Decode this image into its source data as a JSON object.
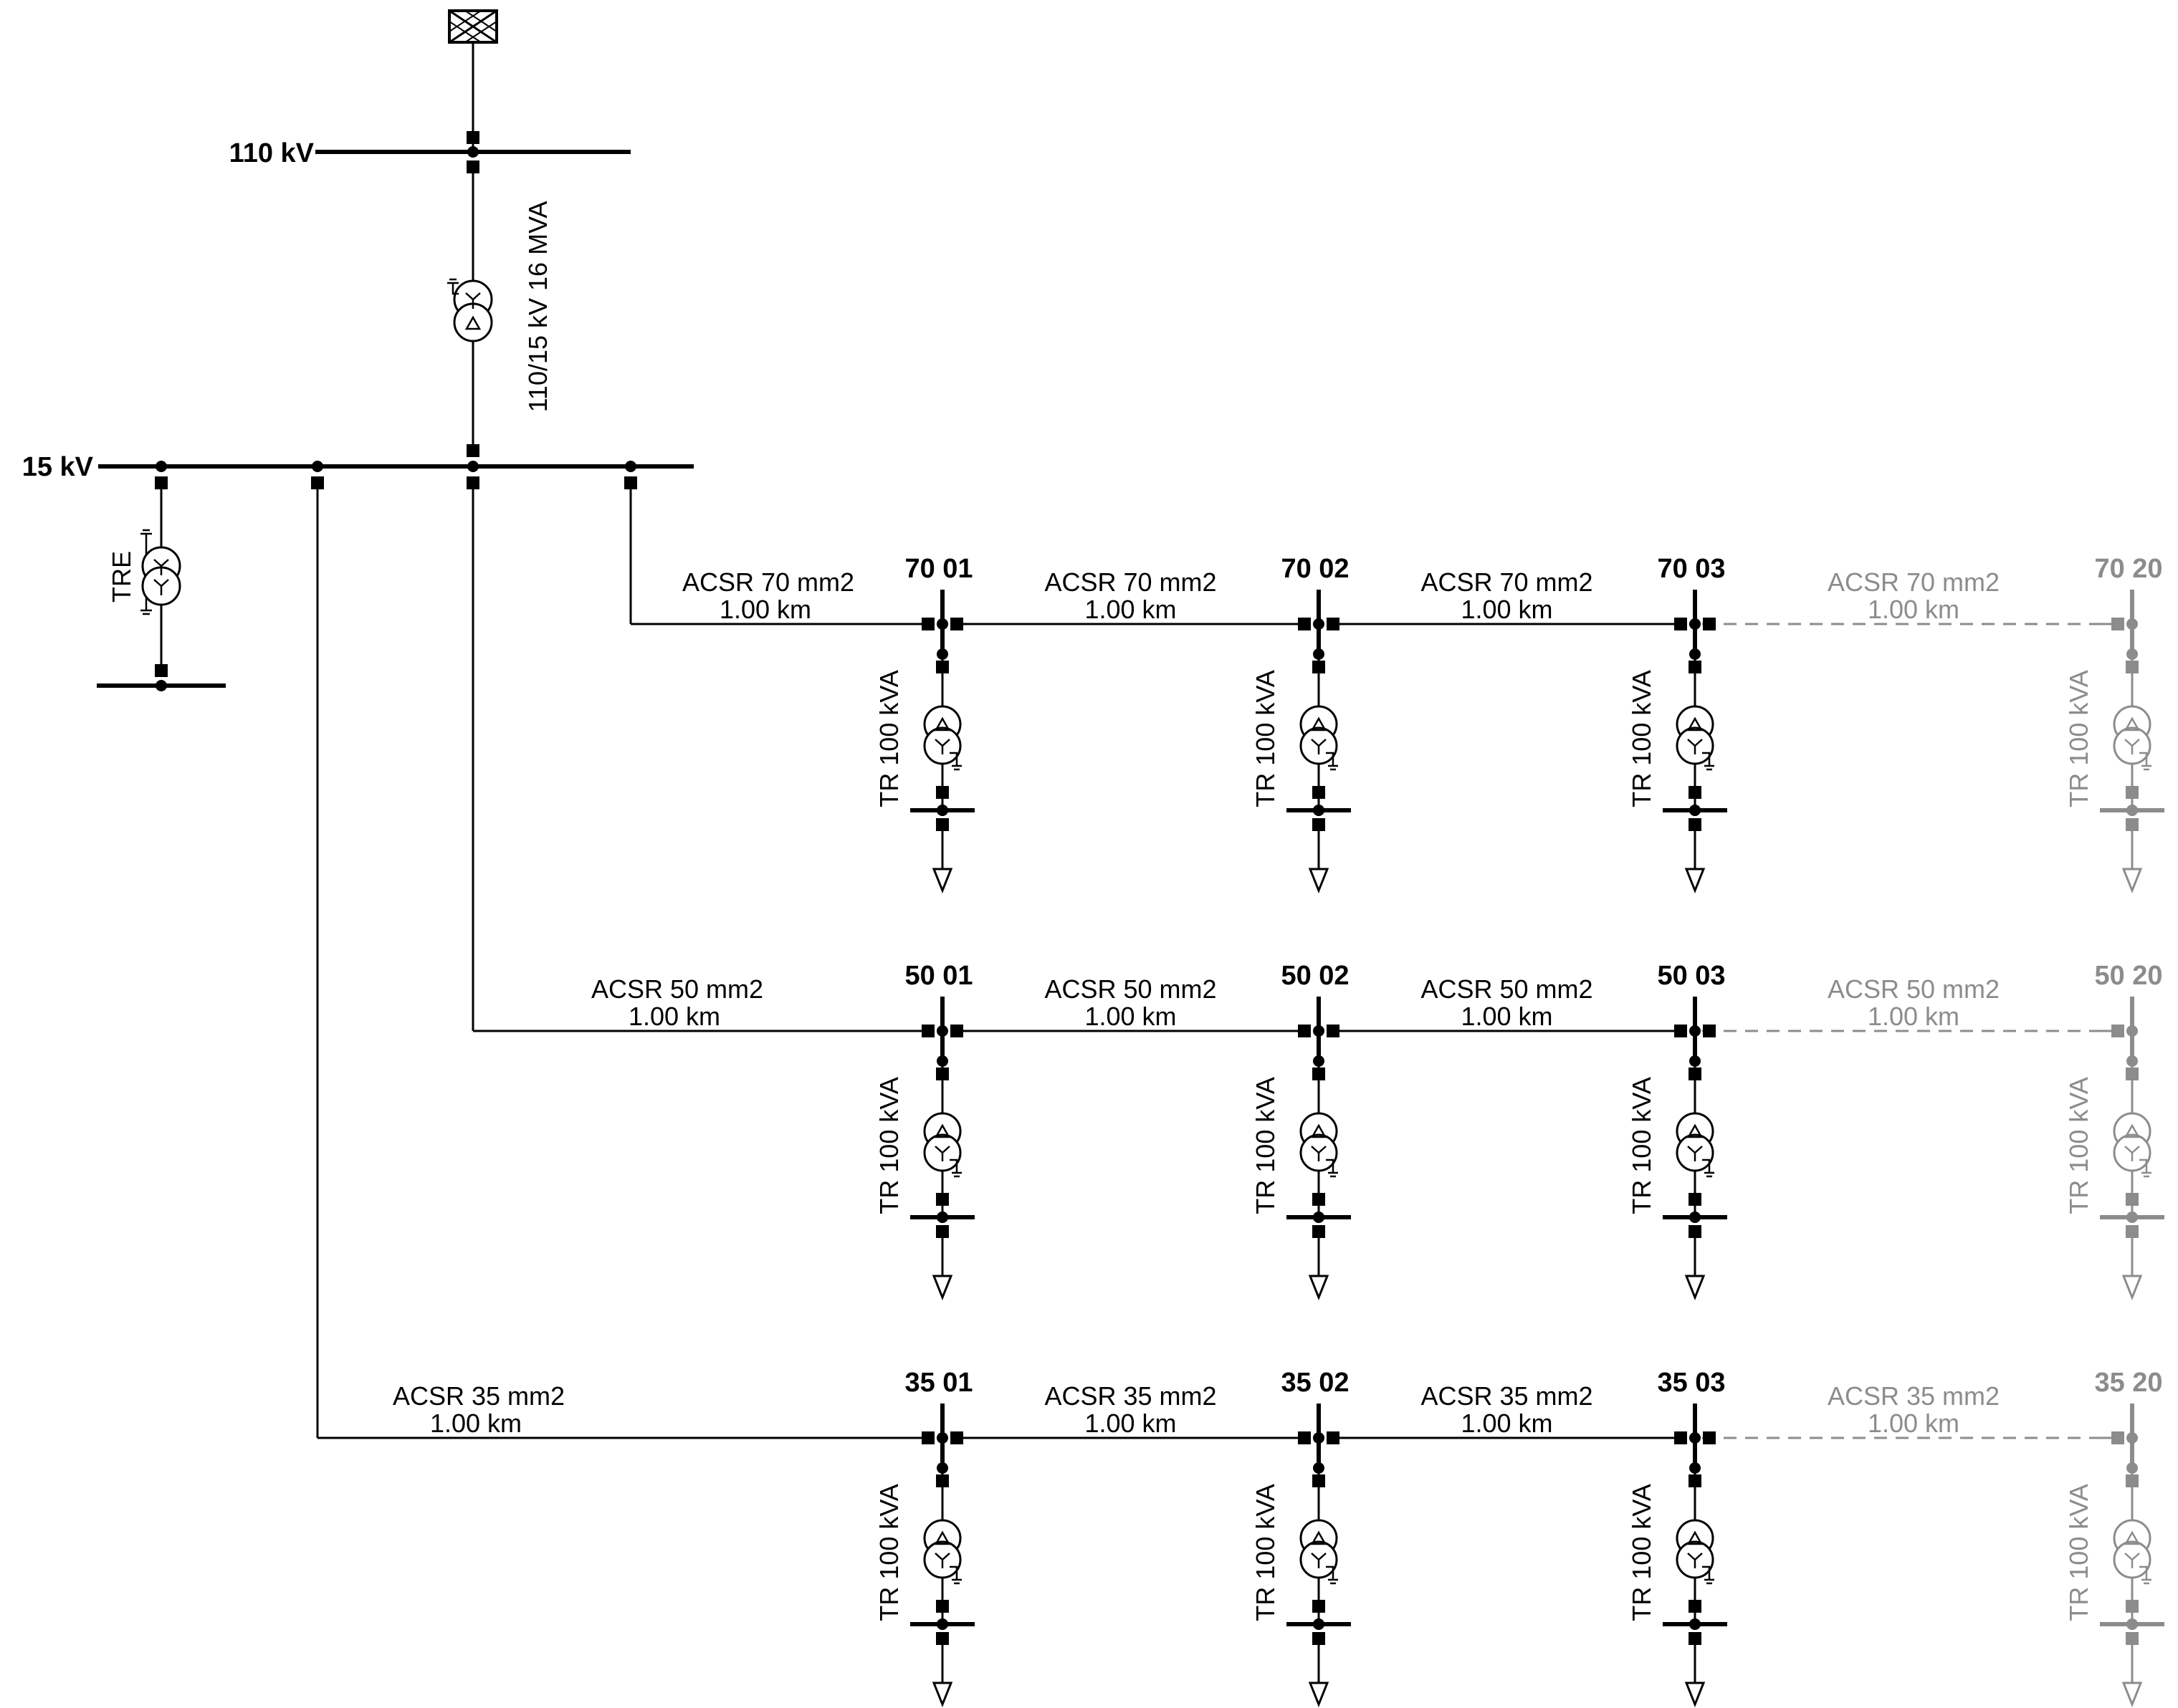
{
  "colors": {
    "active": "#000000",
    "inactive": "#8c8c8c"
  },
  "grid_symbol": {
    "icon": "external-grid-icon"
  },
  "buses": {
    "hv": "110 kV",
    "mv": "15 kV"
  },
  "main_transformer": {
    "label": "110/15 kV 16 MVA",
    "icon": "transformer-icon"
  },
  "earthing_transformer": {
    "label": "TRE",
    "icon": "transformer-icon"
  },
  "feeders": [
    {
      "id": "feeder-70",
      "first_line": {
        "type": "ACSR 70 mm2",
        "length": "1.00 km"
      },
      "nodes": [
        {
          "name": "70 01",
          "transformer": "TR 100 kVA",
          "active": true
        },
        {
          "name": "70 02",
          "transformer": "TR 100 kVA",
          "active": true
        },
        {
          "name": "70 03",
          "transformer": "TR 100 kVA",
          "active": true
        },
        {
          "name": "70 20",
          "transformer": "TR 100 kVA",
          "active": false
        }
      ],
      "links": [
        {
          "type": "ACSR 70 mm2",
          "length": "1.00 km",
          "active": true
        },
        {
          "type": "ACSR 70 mm2",
          "length": "1.00 km",
          "active": true
        },
        {
          "type": "ACSR 70 mm2",
          "length": "1.00 km",
          "active": false
        }
      ]
    },
    {
      "id": "feeder-50",
      "first_line": {
        "type": "ACSR 50 mm2",
        "length": "1.00 km"
      },
      "nodes": [
        {
          "name": "50 01",
          "transformer": "TR 100 kVA",
          "active": true
        },
        {
          "name": "50 02",
          "transformer": "TR 100 kVA",
          "active": true
        },
        {
          "name": "50 03",
          "transformer": "TR 100 kVA",
          "active": true
        },
        {
          "name": "50 20",
          "transformer": "TR 100 kVA",
          "active": false
        }
      ],
      "links": [
        {
          "type": "ACSR 50 mm2",
          "length": "1.00 km",
          "active": true
        },
        {
          "type": "ACSR 50 mm2",
          "length": "1.00 km",
          "active": true
        },
        {
          "type": "ACSR 50 mm2",
          "length": "1.00 km",
          "active": false
        }
      ]
    },
    {
      "id": "feeder-35",
      "first_line": {
        "type": "ACSR 35 mm2",
        "length": "1.00 km"
      },
      "nodes": [
        {
          "name": "35 01",
          "transformer": "TR 100 kVA",
          "active": true
        },
        {
          "name": "35 02",
          "transformer": "TR 100 kVA",
          "active": true
        },
        {
          "name": "35 03",
          "transformer": "TR 100 kVA",
          "active": true
        },
        {
          "name": "35 20",
          "transformer": "TR 100 kVA",
          "active": false
        }
      ],
      "links": [
        {
          "type": "ACSR 35 mm2",
          "length": "1.00 km",
          "active": true
        },
        {
          "type": "ACSR 35 mm2",
          "length": "1.00 km",
          "active": true
        },
        {
          "type": "ACSR 35 mm2",
          "length": "1.00 km",
          "active": false
        }
      ]
    }
  ]
}
